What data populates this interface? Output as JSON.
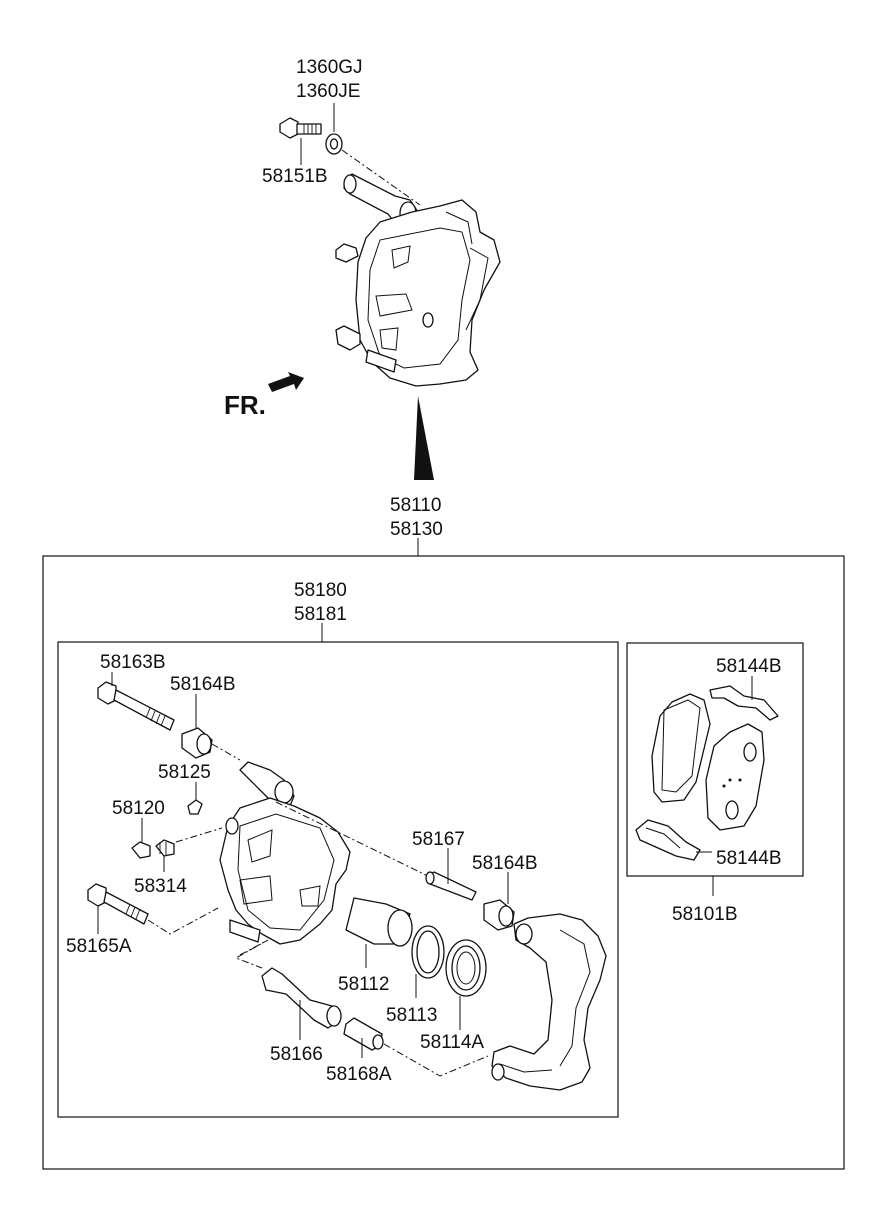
{
  "diagram": {
    "orientation_label": "FR.",
    "labels": {
      "p1360GJ": "1360GJ",
      "p1360JE": "1360JE",
      "p58151B": "58151B",
      "p58110": "58110",
      "p58130": "58130",
      "p58180": "58180",
      "p58181": "58181",
      "p58163B": "58163B",
      "p58164B_top": "58164B",
      "p58125": "58125",
      "p58120": "58120",
      "p58314": "58314",
      "p58165A": "58165A",
      "p58167": "58167",
      "p58164B_right": "58164B",
      "p58112": "58112",
      "p58113": "58113",
      "p58114A": "58114A",
      "p58166": "58166",
      "p58168A": "58168A",
      "p58144B_top": "58144B",
      "p58144B_bottom": "58144B",
      "p58101B": "58101B"
    }
  }
}
